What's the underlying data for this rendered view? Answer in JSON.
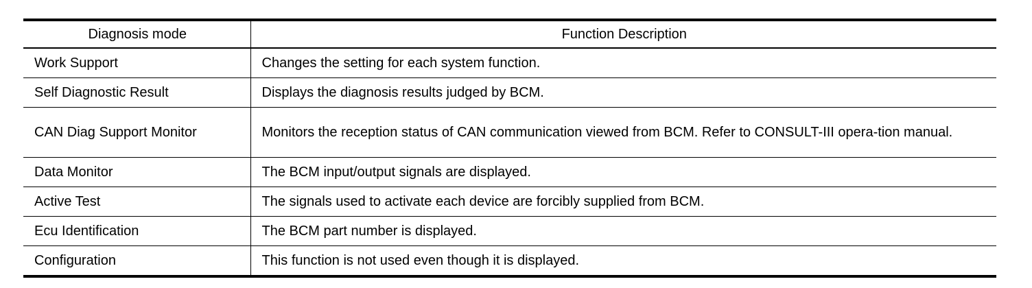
{
  "table": {
    "headers": [
      "Diagnosis mode",
      "Function Description"
    ],
    "rows": [
      {
        "mode": "Work Support",
        "description": "Changes the setting for each system function."
      },
      {
        "mode": "Self Diagnostic Result",
        "description": "Displays the diagnosis results judged by BCM."
      },
      {
        "mode": "CAN Diag Support Monitor",
        "description": "Monitors the reception status of CAN communication viewed from BCM. Refer to CONSULT-III opera-​tion manual."
      },
      {
        "mode": "Data Monitor",
        "description": "The BCM input/output signals are displayed."
      },
      {
        "mode": "Active Test",
        "description": "The signals used to activate each device are forcibly supplied from BCM."
      },
      {
        "mode": "Ecu Identification",
        "description": "The BCM part number is displayed."
      },
      {
        "mode": "Configuration",
        "description": "This function is not used even though it is displayed."
      }
    ]
  }
}
